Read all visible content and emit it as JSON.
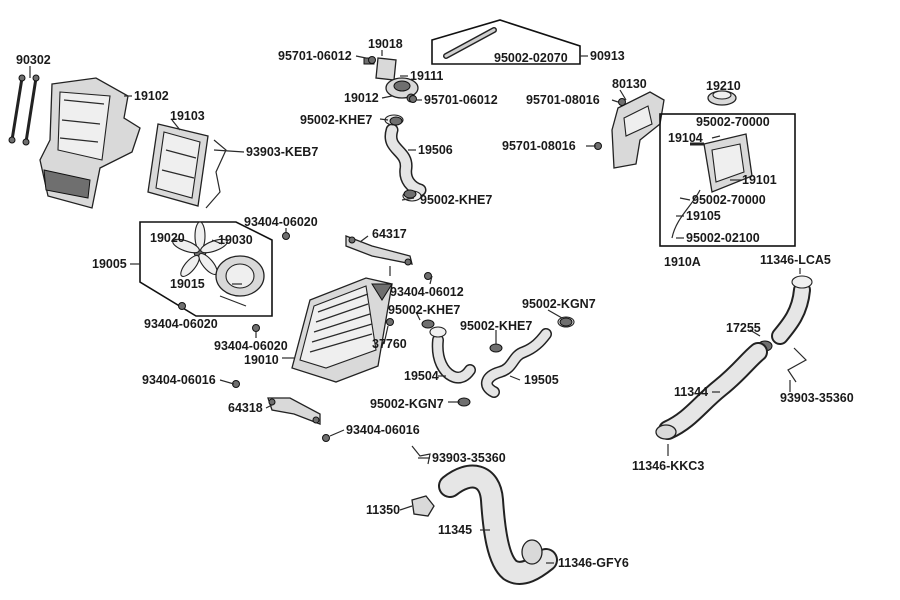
{
  "labels": {
    "p90302": "90302",
    "p19102": "19102",
    "p19103": "19103",
    "p93903_keb7": "93903-KEB7",
    "p95701_06012_a": "95701-06012",
    "p19018": "19018",
    "p19111": "19111",
    "p19012": "19012",
    "p95701_06012_b": "95701-06012",
    "p95002_02070": "95002-02070",
    "p90913": "90913",
    "p95002_khe7_a": "95002-KHE7",
    "p19506": "19506",
    "p95002_khe7_b": "95002-KHE7",
    "p80130": "80130",
    "p19210": "19210",
    "p95701_08016_a": "95701-08016",
    "p95701_08016_b": "95701-08016",
    "p95002_70000_a": "95002-70000",
    "p19104": "19104",
    "p19101": "19101",
    "p95002_70000_b": "95002-70000",
    "p19105": "19105",
    "p95002_02100": "95002-02100",
    "p1910a": "1910A",
    "p11346_lca5": "11346-LCA5",
    "p93404_06020_a": "93404-06020",
    "p19020": "19020",
    "p19030": "19030",
    "p19005": "19005",
    "p19015": "19015",
    "p93404_06020_b": "93404-06020",
    "p64317": "64317",
    "p93404_06012": "93404-06012",
    "p95002_kgn7_a": "95002-KGN7",
    "p95002_khe7_c": "95002-KHE7",
    "p95002_khe7_d": "95002-KHE7",
    "p17255": "17255",
    "p37760": "37760",
    "p93404_06020_c": "93404-06020",
    "p19010": "19010",
    "p19504": "19504",
    "p19505": "19505",
    "p93903_35360_a": "93903-35360",
    "p11344": "11344",
    "p93404_06016_a": "93404-06016",
    "p95002_kgn7_b": "95002-KGN7",
    "p64318": "64318",
    "p93404_06016_b": "93404-06016",
    "p11346_kkc3": "11346-KKC3",
    "p93903_35360_b": "93903-35360",
    "p11350": "11350",
    "p11345": "11345",
    "p11346_gfy6": "11346-GFY6"
  },
  "icons": {
    "fan": "fan-blade-icon",
    "radiator": "radiator-icon",
    "hose": "hose-icon",
    "clamp": "hose-clamp-icon",
    "bolt": "bolt-icon"
  }
}
